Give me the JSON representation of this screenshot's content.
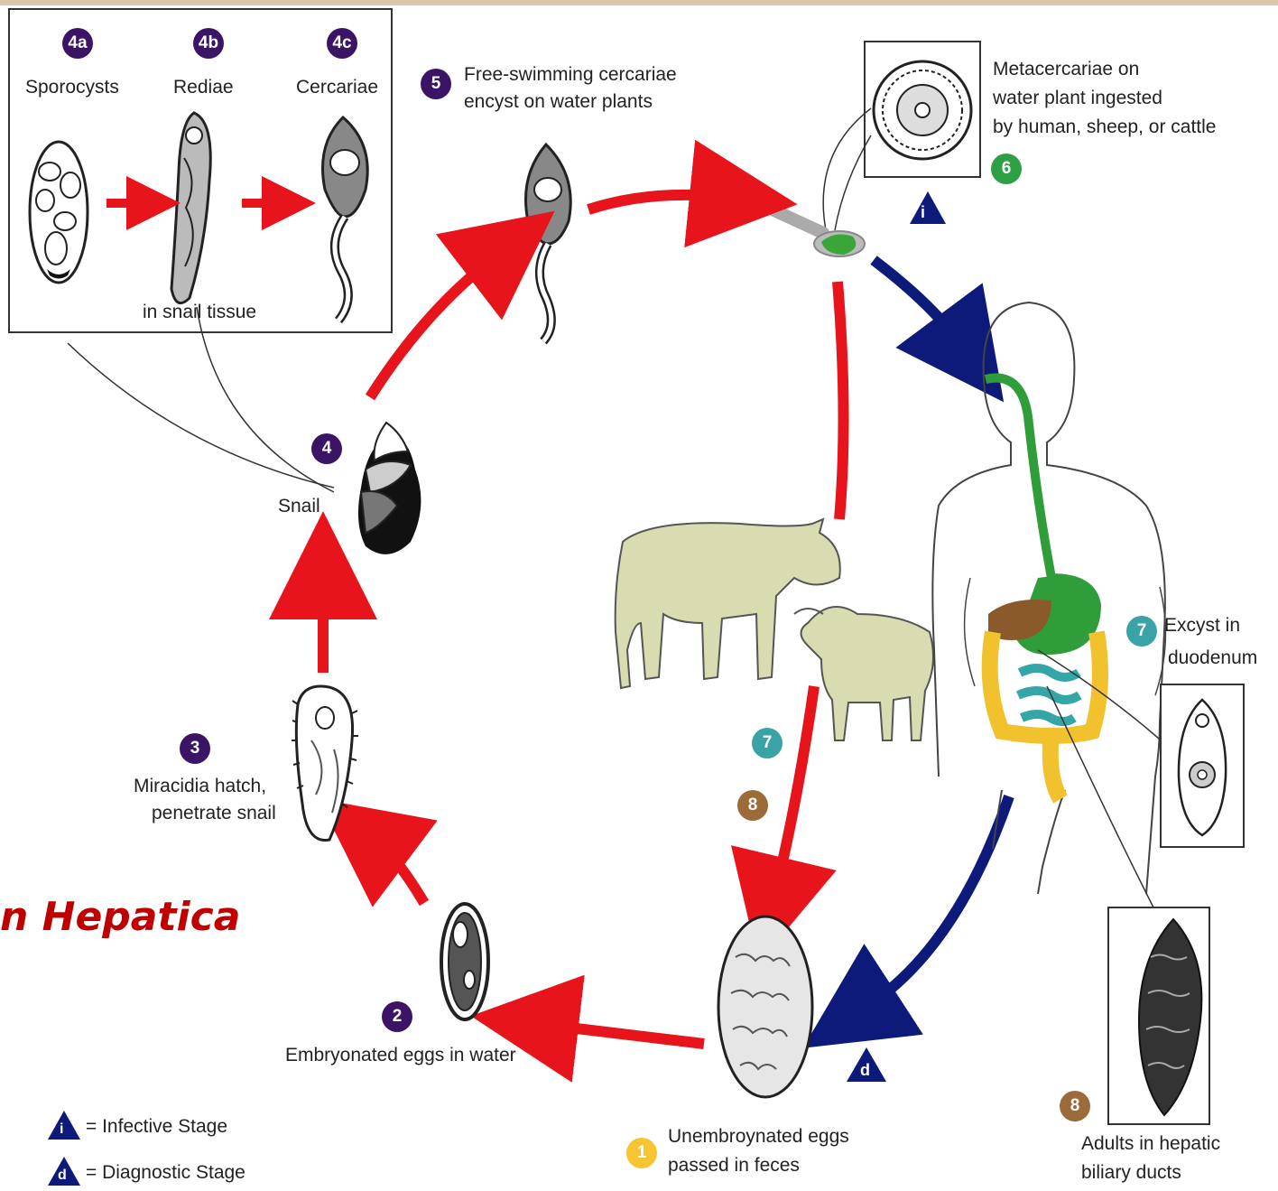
{
  "title": "n Hepatica",
  "stages": {
    "s4a": {
      "badge": "4a",
      "label": "Sporocysts"
    },
    "s4b": {
      "badge": "4b",
      "label": "Rediae"
    },
    "s4c": {
      "badge": "4c",
      "label": "Cercariae"
    },
    "snail_tissue": "in snail tissue",
    "s5": {
      "badge": "5",
      "line1": "Free-swimming cercariae",
      "line2": "encyst on water plants"
    },
    "s6": {
      "badge": "6",
      "line1": "Metacercariae on",
      "line2": "water plant ingested",
      "line3": "by human, sheep, or cattle"
    },
    "s4": {
      "badge": "4",
      "label": "Snail"
    },
    "s3": {
      "badge": "3",
      "line1": "Miracidia hatch,",
      "line2": "penetrate snail"
    },
    "s2": {
      "badge": "2",
      "label": "Embryonated eggs in water"
    },
    "s1": {
      "badge": "1",
      "line1": "Unembroynated eggs",
      "line2": "passed in feces"
    },
    "s7": {
      "badge": "7",
      "line1": "Excyst in",
      "line2": "duodenum"
    },
    "s8": {
      "badge": "8",
      "line1": "Adults in hepatic",
      "line2": "biliary ducts"
    },
    "s7_animal": {
      "badge": "7"
    },
    "s8_animal": {
      "badge": "8"
    }
  },
  "markers": {
    "infective": "i",
    "diagnostic": "d"
  },
  "legend": {
    "infective": "= Infective Stage",
    "diagnostic": "= Diagnostic Stage"
  },
  "colors": {
    "arrow_red": "#e8141c",
    "arrow_blue": "#0d1a7a",
    "title": "#c00000",
    "stage_purple": "#3b1466",
    "animal_fill": "#d9dbb0",
    "gut_green": "#2f9e3a",
    "liver_brown": "#8a5a2b",
    "intestine_yellow": "#f2c12e",
    "intestine_teal": "#35a6a8"
  }
}
